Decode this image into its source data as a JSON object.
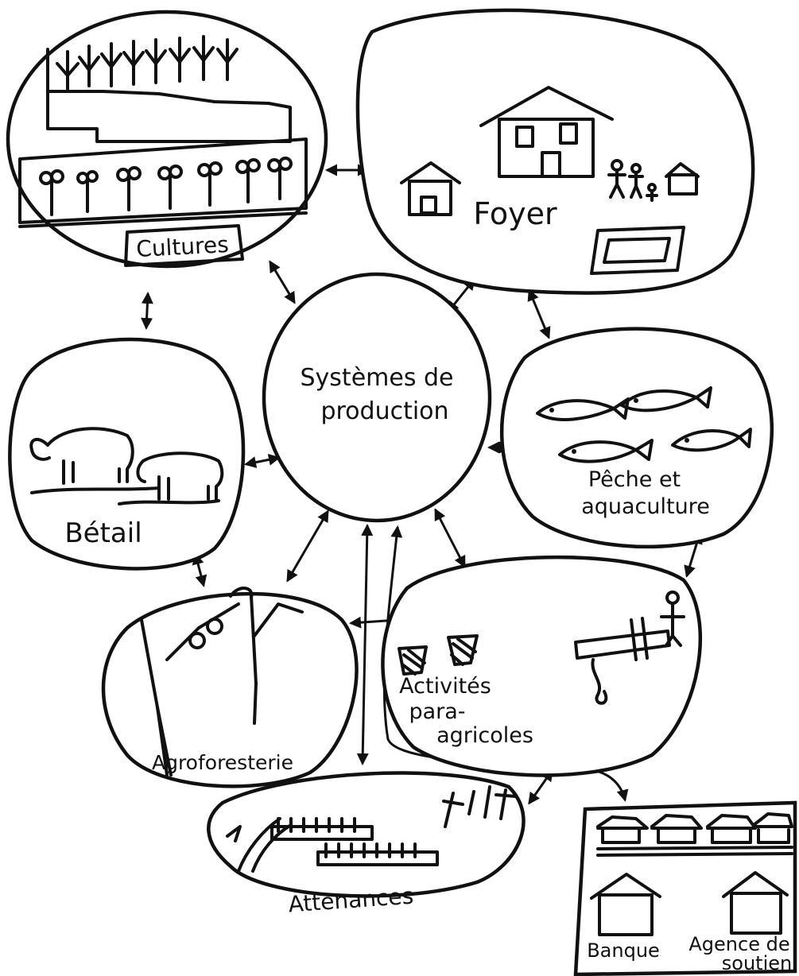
{
  "diagram": {
    "center": {
      "line1": "Systèmes de",
      "line2": "production"
    },
    "nodes": {
      "cultures": "Cultures",
      "foyer": "Foyer",
      "betail": "Bétail",
      "peche_line1": "Pêche et",
      "peche_line2": "aquaculture",
      "agroforesterie": "Agroforesterie",
      "activites_line1": "Activités",
      "activites_line2": "para-",
      "activites_line3": "agricoles",
      "attenances": "Attenances",
      "banque": "Banque",
      "agence_line1": "Agence de",
      "agence_line2": "soutien"
    },
    "ink_color": "#111111",
    "background": "#ffffff"
  }
}
